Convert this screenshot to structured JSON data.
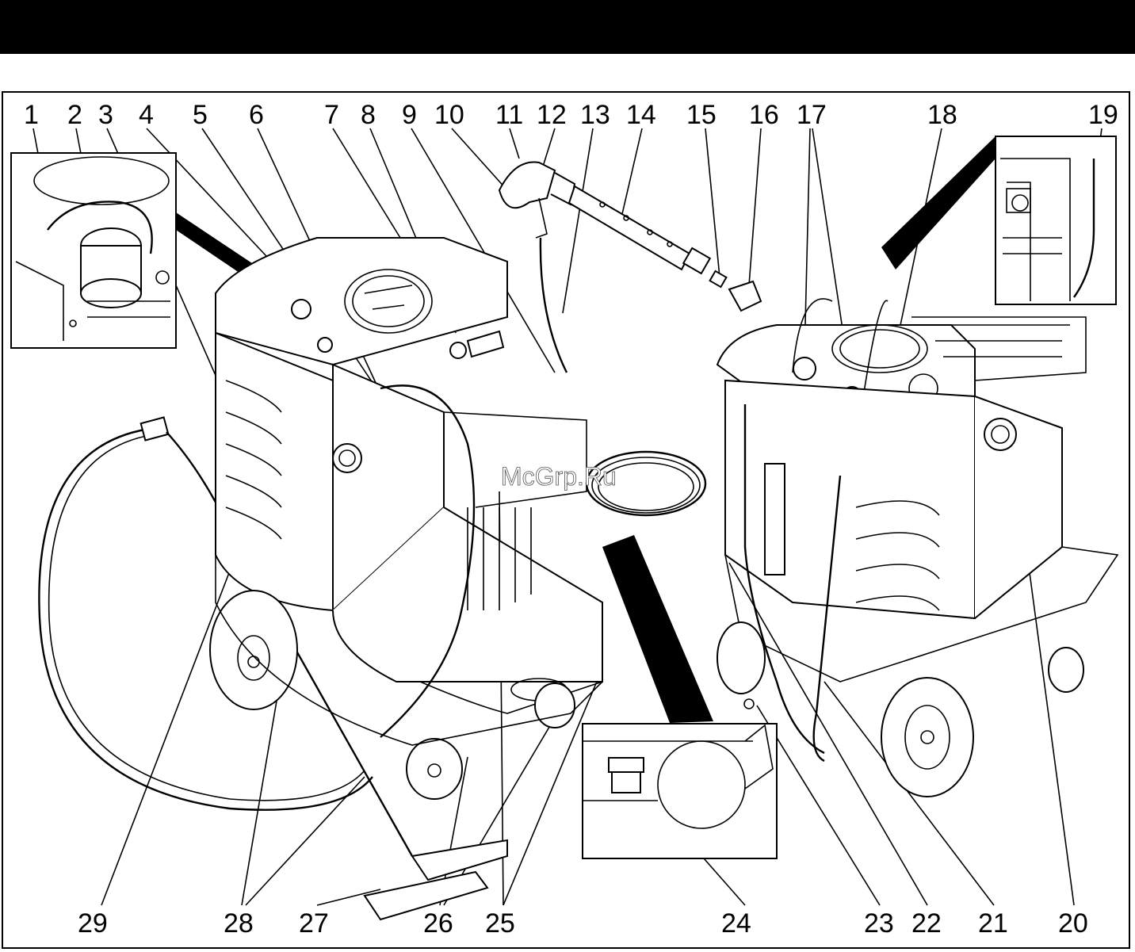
{
  "callouts_top": [
    "1",
    "2",
    "3",
    "4",
    "5",
    "6",
    "7",
    "8",
    "9",
    "10",
    "11",
    "12",
    "13",
    "14",
    "15",
    "16",
    "17",
    "18",
    "19"
  ],
  "callouts_bottom": [
    "29",
    "28",
    "27",
    "26",
    "25",
    "24",
    "23",
    "22",
    "21",
    "20"
  ],
  "watermark": "McGrp.Ru",
  "colors": {
    "header_bar": "#000000",
    "line": "#000000",
    "background": "#ffffff"
  }
}
